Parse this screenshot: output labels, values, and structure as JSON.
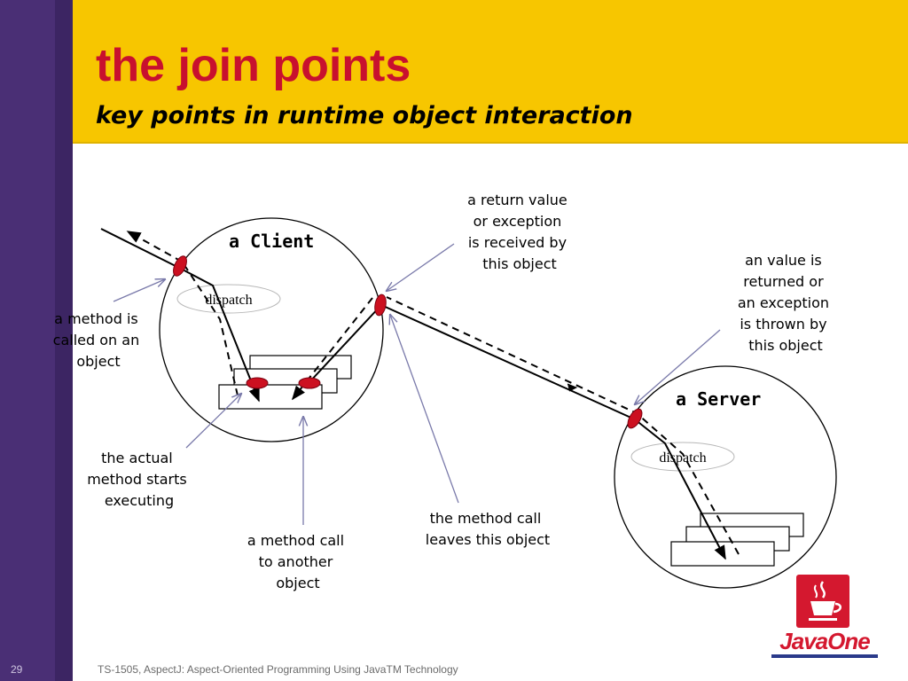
{
  "slide": {
    "title": "the join points",
    "subtitle": "key points in runtime object interaction",
    "page_number": "29",
    "footer": "TS-1505, AspectJ: Aspect-Oriented Programming Using JavaTM Technology"
  },
  "objects": {
    "client_label": "a Client",
    "server_label": "a Server",
    "client_dispatch": "dispatch",
    "server_dispatch": "dispatch"
  },
  "annotations": {
    "method_called": [
      "a method is",
      "called on an",
      "object"
    ],
    "method_starts": [
      "the actual",
      "method starts",
      "executing"
    ],
    "method_call_other": [
      "a method call",
      "to another",
      "object"
    ],
    "call_leaves": [
      "the method call",
      "leaves this object"
    ],
    "return_received": [
      "a return value",
      "or exception",
      "is received by",
      "this object"
    ],
    "value_returned": [
      "an value is",
      "returned or",
      "an exception",
      "is thrown by",
      "this object"
    ]
  },
  "logo": {
    "brand": "JavaOne",
    "icon": "java-coffee-cup-icon"
  },
  "colors": {
    "header": "#f7c600",
    "sidebar": "#4a2f75",
    "title": "#c8102e",
    "join_point": "#cc1020",
    "annotation_arrow": "#7a7aaa"
  }
}
